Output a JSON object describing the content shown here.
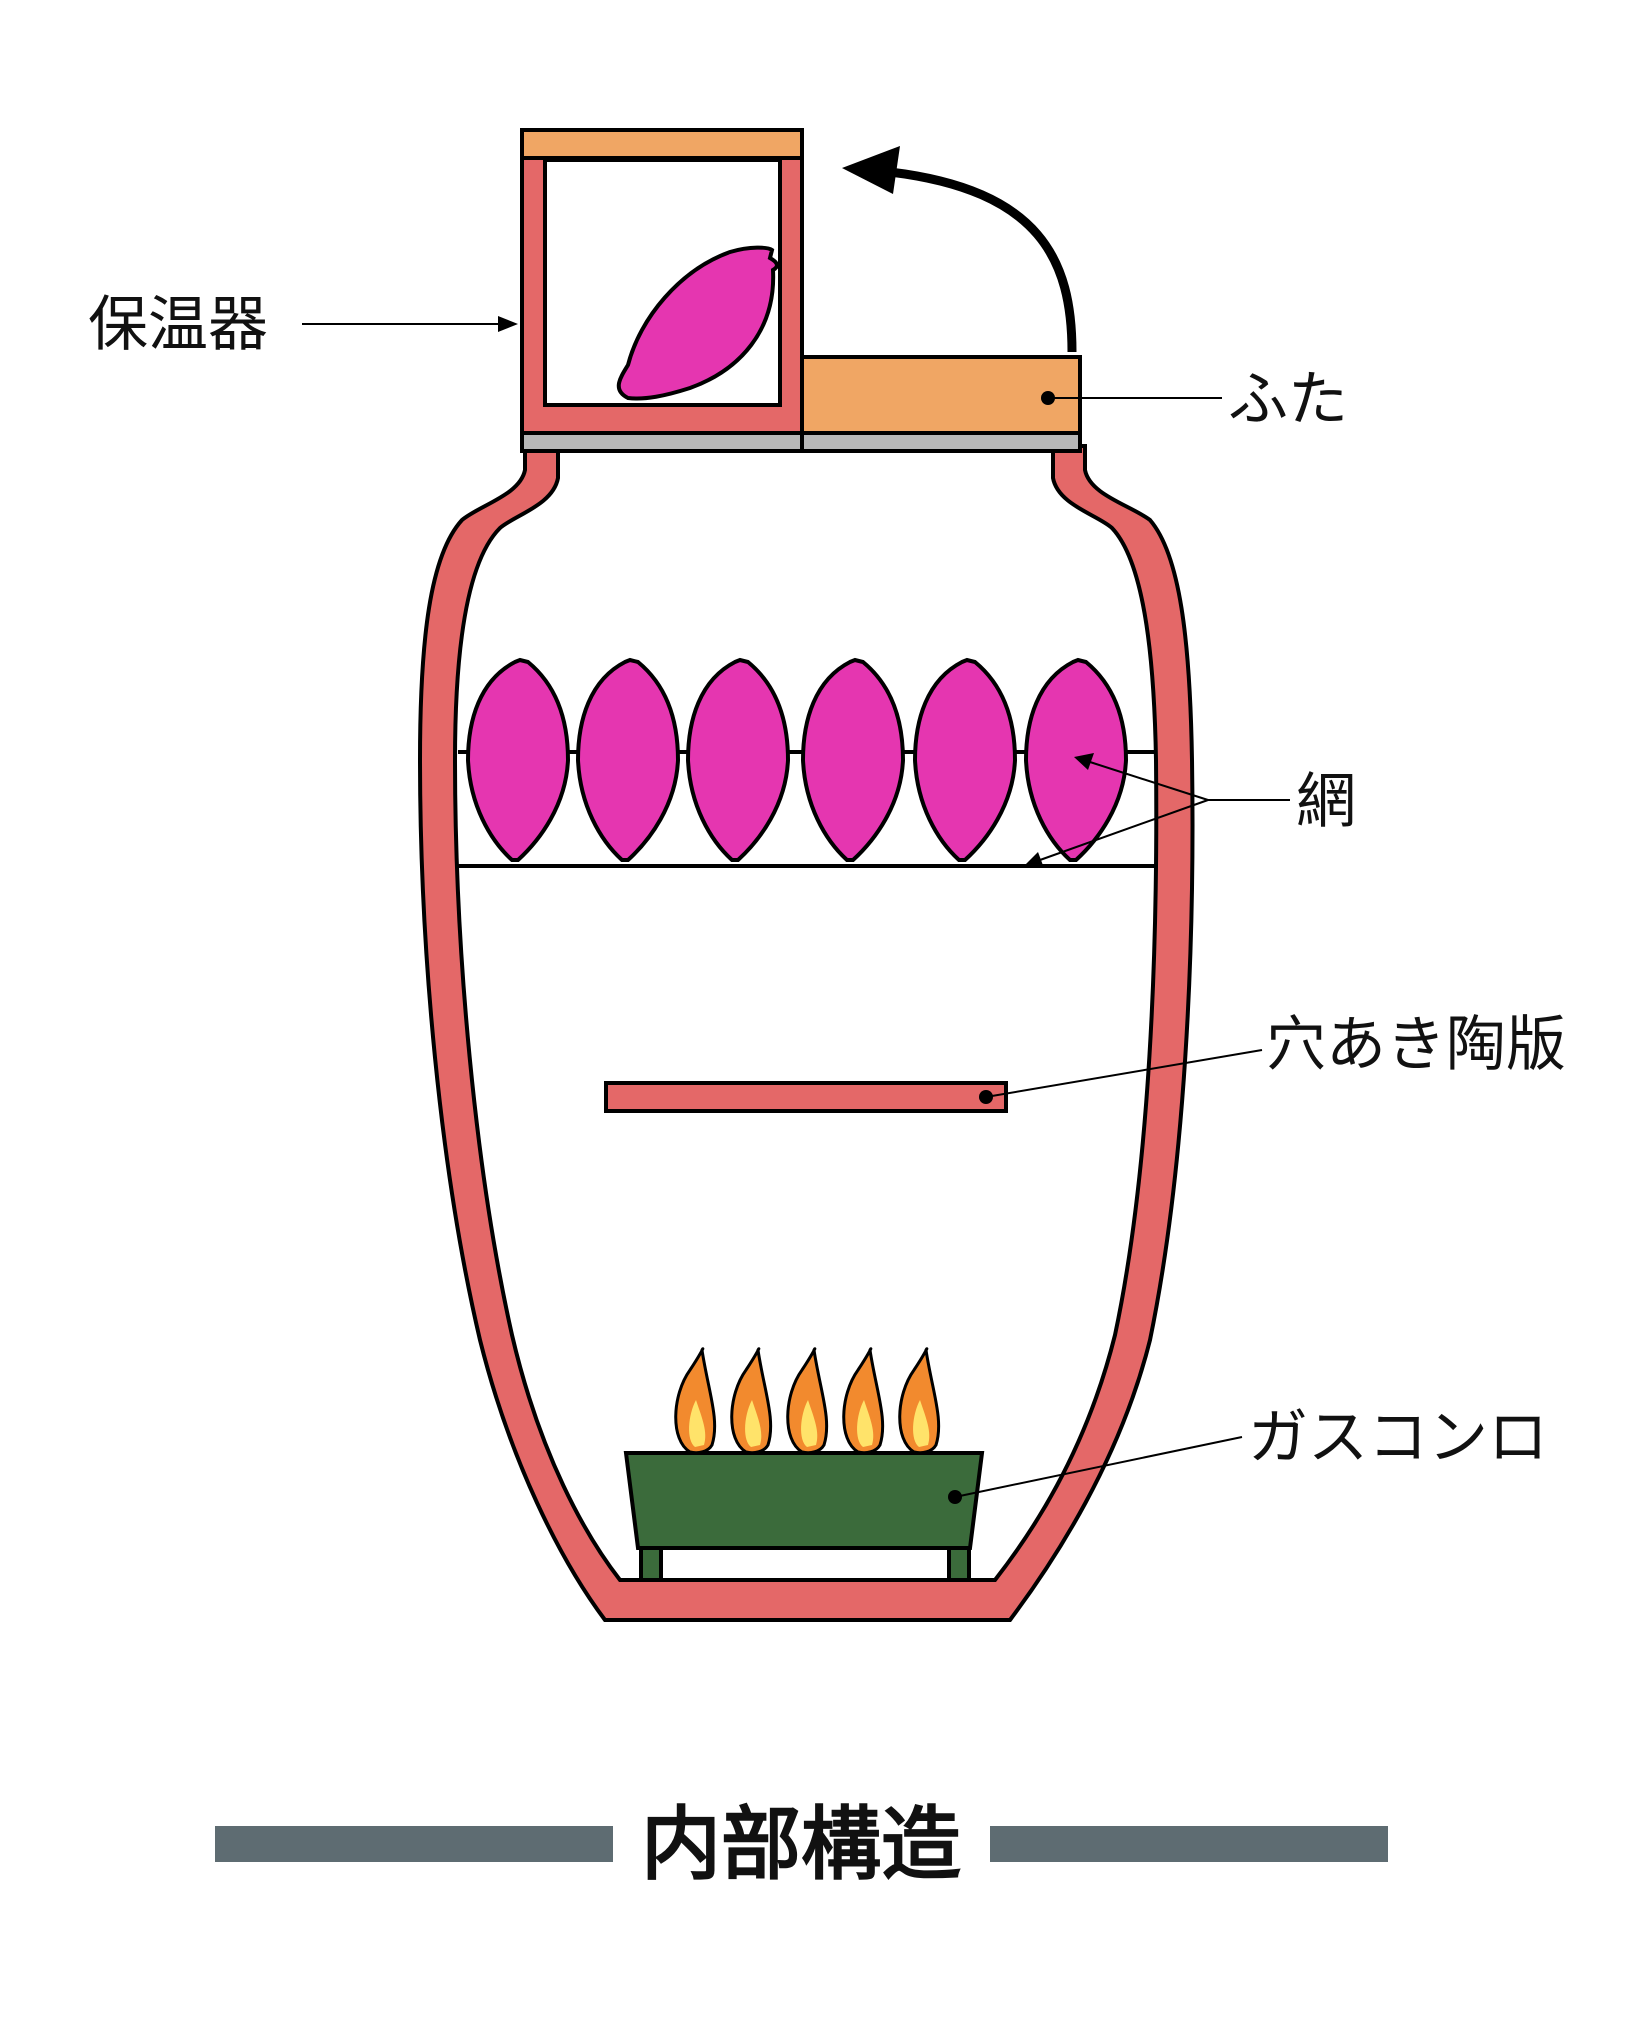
{
  "labels": {
    "warmer": "保温器",
    "lid": "ふた",
    "net": "網",
    "perforated_plate": "穴あき陶版",
    "gas_stove": "ガスコンロ"
  },
  "title": "内部構造",
  "colors": {
    "pot_wall": "#E46868",
    "lid": "#F0A664",
    "rim": "#B8B8B8",
    "sweet_potato": "#E536B0",
    "stove": "#3B6B3B",
    "flame_outer": "#F28A2E",
    "flame_inner": "#FFE36A",
    "title_bar": "#5E6C72",
    "outline": "#000000"
  },
  "diagram": {
    "potatoes_on_net": 6,
    "potatoes_in_warmer": 1,
    "flames": 5
  }
}
